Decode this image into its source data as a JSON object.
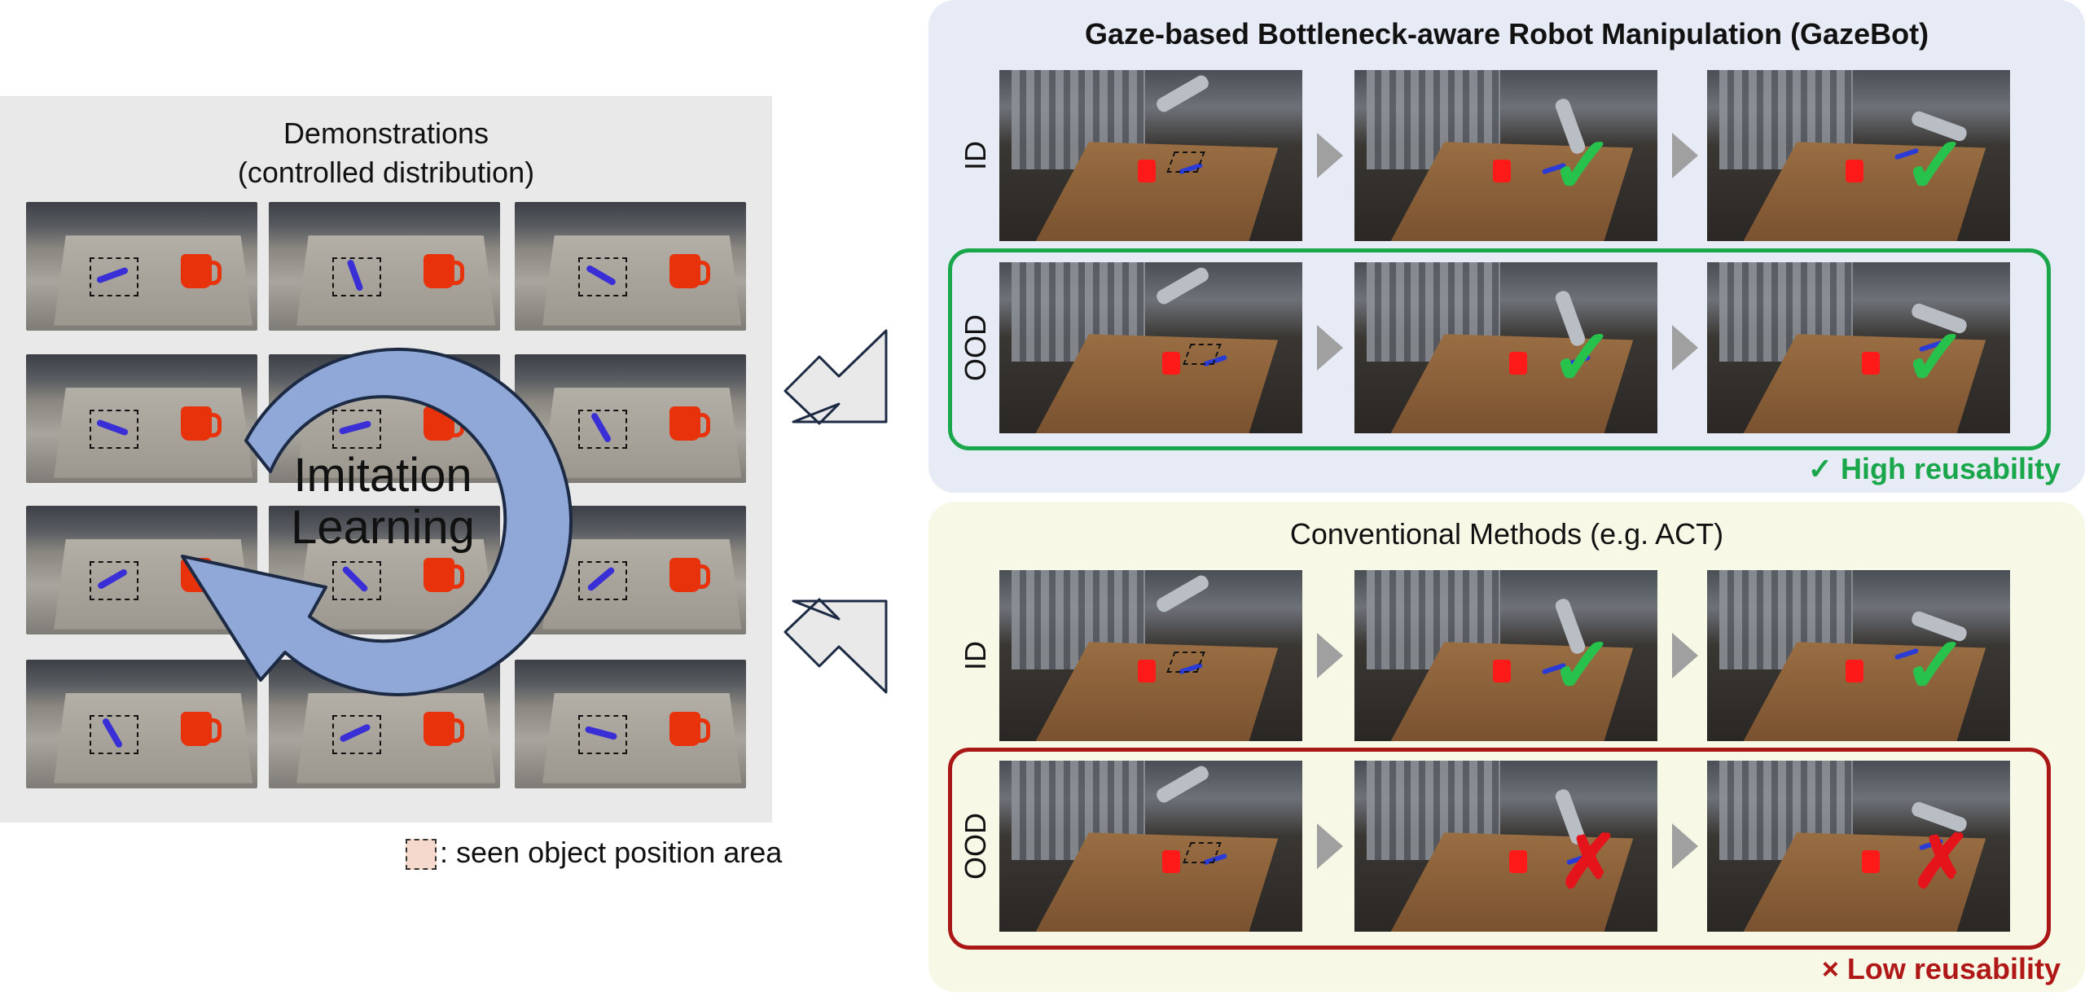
{
  "demonstrations": {
    "title_line1": "Demonstrations",
    "title_line2": "(controlled distribution)"
  },
  "cycle_label_line1": "Imitation",
  "cycle_label_line2": "Learning",
  "legend": {
    "text": ": seen object position area",
    "swatch_color": "#f6d9cd"
  },
  "gazebot": {
    "title": "Gaze-based Bottleneck-aware Robot Manipulation (GazeBot)",
    "rows": [
      {
        "label": "ID",
        "marks": [
          "",
          "check",
          "check"
        ]
      },
      {
        "label": "OOD",
        "marks": [
          "",
          "check",
          "check"
        ]
      }
    ],
    "reusability": "✓ High reusability"
  },
  "conventional": {
    "title": "Conventional Methods (e.g. ACT)",
    "rows": [
      {
        "label": "ID",
        "marks": [
          "",
          "check",
          "check"
        ]
      },
      {
        "label": "OOD",
        "marks": [
          "",
          "cross",
          "cross"
        ]
      }
    ],
    "reusability": "× Low reusability"
  },
  "colors": {
    "gazebot_panel": "#e6ebf5",
    "conventional_panel": "#f8f8e6",
    "success_green": "#1aa64a",
    "failure_red": "#aa1717",
    "cycle_arrow": "#8fa8d8"
  },
  "icons": {
    "success": "check-icon",
    "failure": "cross-icon",
    "flow": "block-arrow-icon"
  }
}
